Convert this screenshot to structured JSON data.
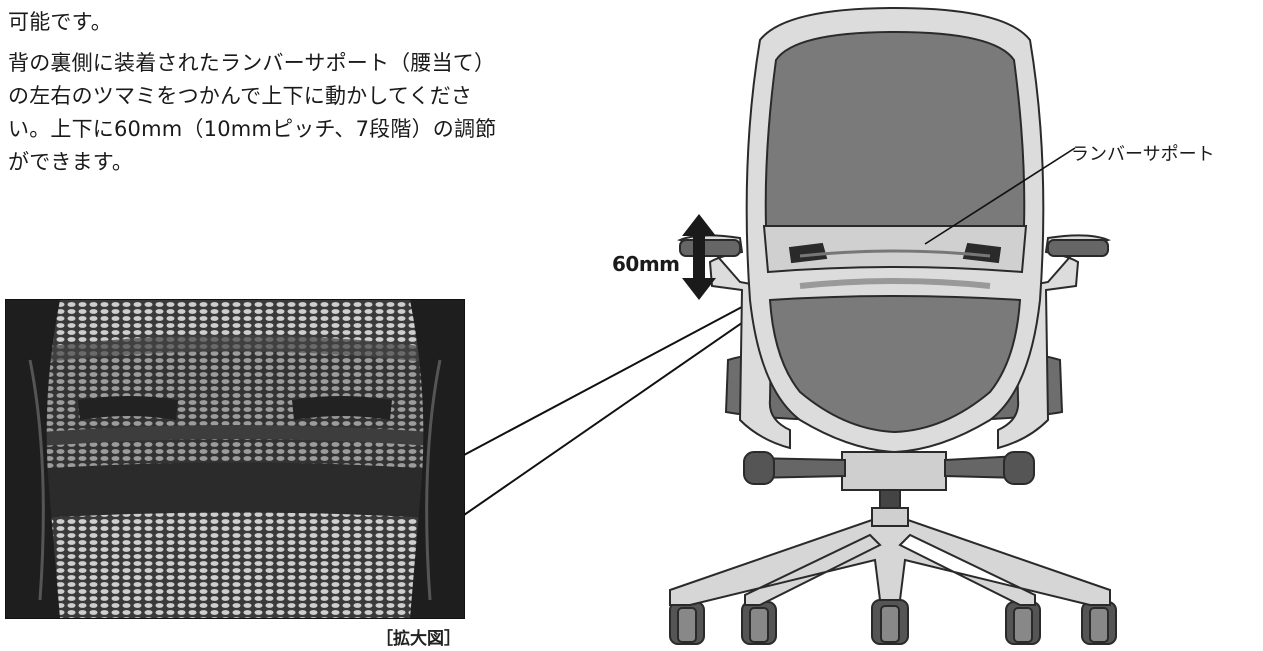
{
  "text": {
    "intro_tail": "可能です。",
    "paragraph_lines": [
      "背の裏側に装着されたランバーサポート（腰当て）",
      "の左右のツマミをつかんで上下に動かしてくださ",
      "い。上下に60mm（10mmピッチ、7段階）の調節",
      "ができます。"
    ]
  },
  "figure": {
    "callout_label": "ランバーサポート",
    "adjust_range_label": "60mm",
    "zoom_caption": "［拡大図］"
  },
  "colors": {
    "frame": "#dcdcdc",
    "frame_stroke": "#2a2a2a",
    "mesh": "#8a8a8a",
    "mesh_dark": "#5e5e5e",
    "arrow": "#1a1a1a"
  }
}
